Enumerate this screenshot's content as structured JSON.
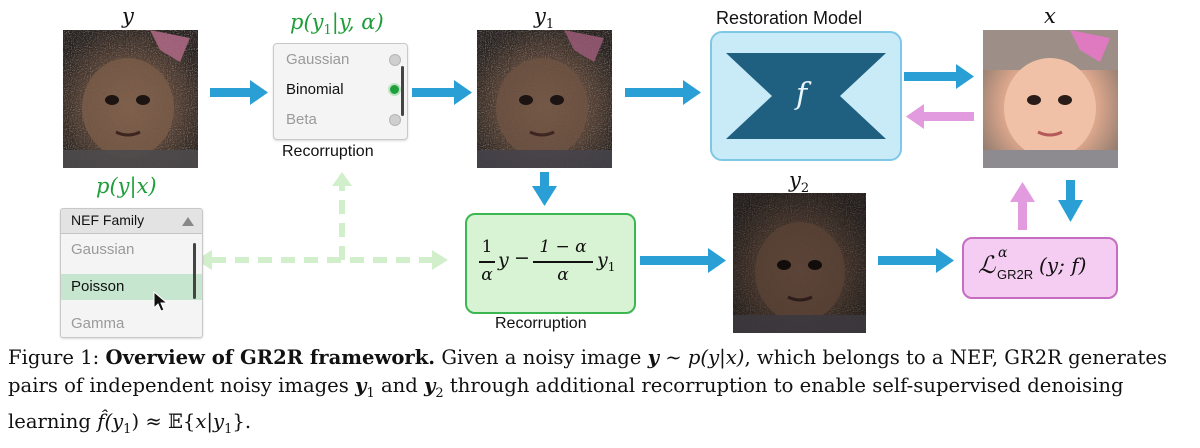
{
  "labels": {
    "y": "y",
    "y1": "y",
    "y1_sub": "1",
    "y2": "y",
    "y2_sub": "2",
    "x_hat": "x",
    "x_hat_accent": "˙",
    "dist_top": "p(y",
    "dist_top_sub": "1",
    "dist_top_rest": "|y, α)",
    "dist_left": "p(y|x)",
    "restoration_title": "Restoration Model",
    "f_symbol": "f",
    "recorruption_top": "Recorruption",
    "recorruption_bottom": "Recorruption"
  },
  "selector_top": {
    "items": [
      {
        "label": "Gaussian",
        "active": false
      },
      {
        "label": "Binomial",
        "active": true
      },
      {
        "label": "Beta",
        "active": false
      }
    ]
  },
  "nef_family": {
    "header": "NEF Family",
    "items": [
      {
        "label": "Gaussian",
        "selected": false
      },
      {
        "label": "Poisson",
        "selected": true
      },
      {
        "label": "Gamma",
        "selected": false
      }
    ]
  },
  "formula": {
    "frac1_num": "1",
    "frac1_den": "α",
    "y": "y",
    "minus": "−",
    "frac2_num": "1 − α",
    "frac2_den": "α",
    "y1": "y",
    "y1_sub": "1"
  },
  "loss": {
    "symbol": "ℒ",
    "sup": "α",
    "sub": "GR2R",
    "args": "(y; f)"
  },
  "caption": {
    "figure_label": "Figure 1:",
    "title": "Overview of GR2R framework.",
    "text1": " Given a noisy image ",
    "m1": "y",
    "text2": " ∼ ",
    "m2": "p(y|x)",
    "text3": ", which belongs to a NEF, GR2R generates pairs of independent noisy images ",
    "m3": "y",
    "m3_sub": "1",
    "text4": " and ",
    "m4": "y",
    "m4_sub": "2",
    "text5": " through additional recorruption to enable self-supervised denoising learning ",
    "m5": "f̂(y",
    "m5_sub": "1",
    "m5_close": ")",
    "text6": " ≈ 𝔼{",
    "m6": "x|y",
    "m6_sub": "1",
    "text7": "}."
  },
  "colors": {
    "arrow_blue": "#2a9fd6",
    "arrow_pink": "#e39be0",
    "arrow_light_green": "#d2efcc",
    "accent_green": "#1e9e3a",
    "restoration_fill": "#c9eaf7",
    "bowtie": "#1f5f80",
    "mix_fill": "#d8f3d3",
    "loss_fill": "#f5cdf2"
  },
  "icons": {
    "cursor": "mouse-pointer-icon",
    "dropdown": "triangle-up-icon"
  }
}
